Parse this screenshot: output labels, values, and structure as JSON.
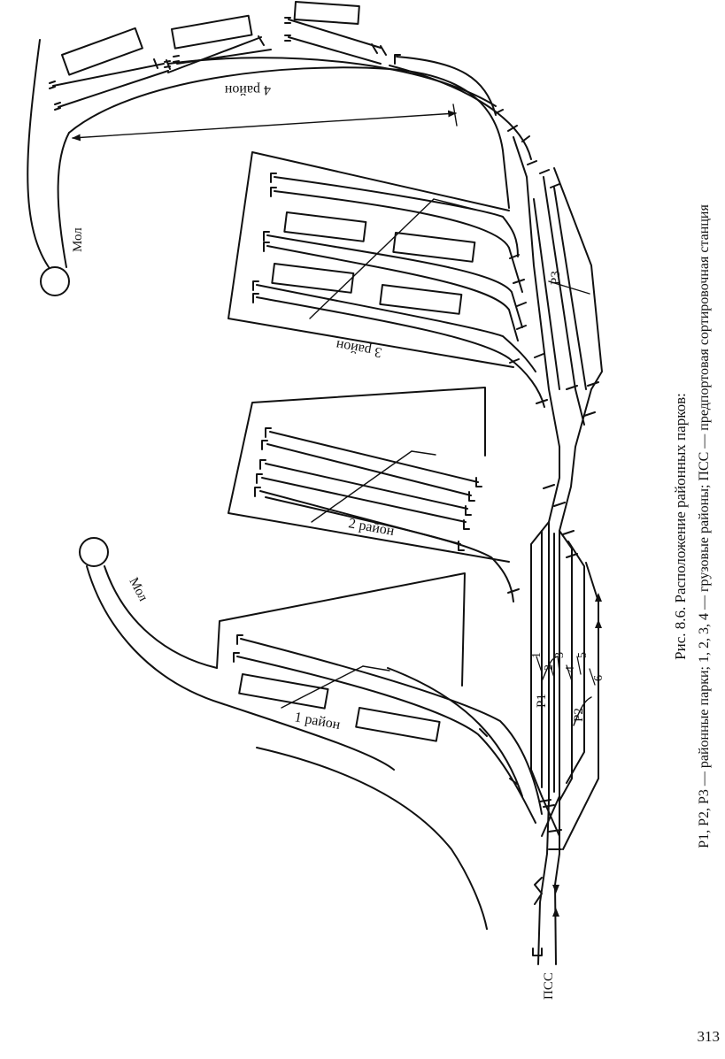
{
  "figure": {
    "caption_title": "Рис. 8.6. Расположение районных парков:",
    "caption_line2": "P1, P2, P3 — районные парки; 1, 2, 3, 4 — грузовые районы; ПСС — предпортовая сортировочная станция",
    "districts": {
      "d1": "1 район",
      "d2": "2 район",
      "d3": "3 район",
      "d4": "4 район"
    },
    "moles": {
      "upper": "Мол",
      "lower": "Мол"
    },
    "station": "ПСС",
    "parks": {
      "p1": "P1",
      "p2": "P2",
      "p3": "P3"
    },
    "track_numbers": [
      "1",
      "2",
      "3",
      "4",
      "5",
      "6"
    ]
  },
  "page_number": "313"
}
